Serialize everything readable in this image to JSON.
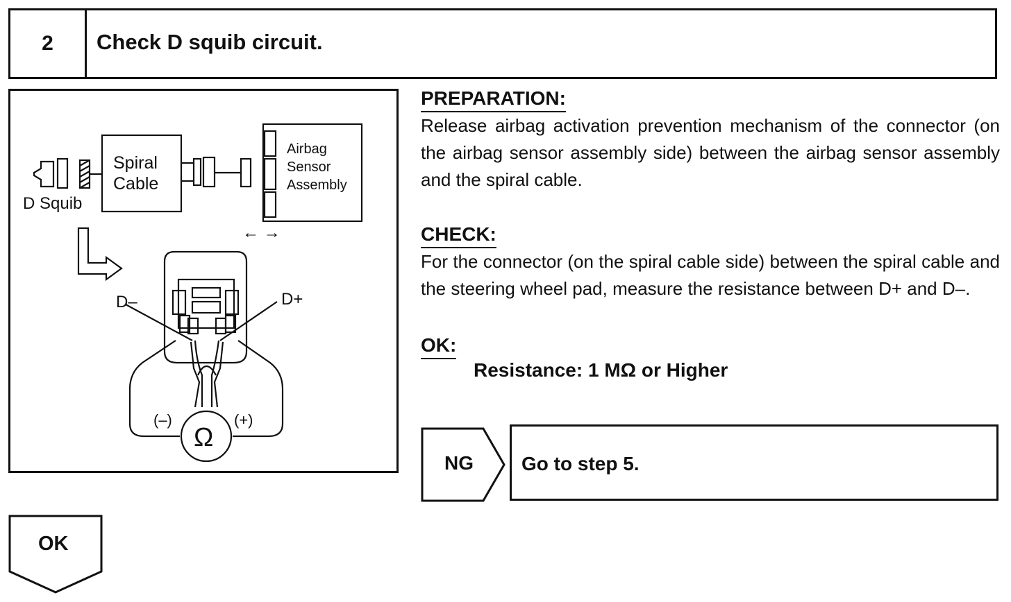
{
  "step": {
    "number": "2",
    "title": "Check D squib circuit."
  },
  "diagram": {
    "d_squib_label": "D Squib",
    "spiral_label_1": "Spiral",
    "spiral_label_2": "Cable",
    "sensor_label_1": "Airbag",
    "sensor_label_2": "Sensor",
    "sensor_label_3": "Assembly",
    "release_arrows": "← →",
    "d_minus_label": "D–",
    "d_plus_label": "D+",
    "probe_minus_label": "(–)",
    "probe_plus_label": "(+)",
    "ohmmeter_symbol": "Ω"
  },
  "preparation": {
    "heading": "PREPARATION:",
    "body": "Release airbag activation prevention mechanism of the connector (on the airbag sensor assembly side) between the airbag sensor assembly and the spiral cable."
  },
  "check": {
    "heading": "CHECK:",
    "body": "For the connector (on the spiral cable side) between the spiral cable and the steering wheel pad, measure the resistance between D+ and D–."
  },
  "ok_spec": {
    "heading": "OK:",
    "text": "Resistance: 1 MΩ  or Higher"
  },
  "ng_result": {
    "label": "NG",
    "action": "Go to step 5."
  },
  "ok_result": {
    "label": "OK"
  },
  "icons": {
    "ohmmeter": "ohmmeter-icon",
    "connector": "connector-icon",
    "flow_arrow": "flow-arrow-icon"
  }
}
